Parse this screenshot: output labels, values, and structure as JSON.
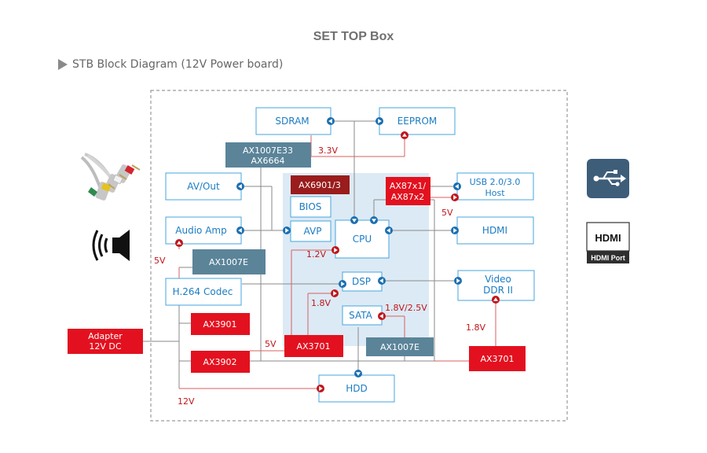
{
  "title": "SET TOP Box",
  "subtitle": "STB Block Diagram (12V Power board)",
  "colors": {
    "outline_blue": "#45a6df",
    "text_blue": "#1b7cc4",
    "red": "#e3111f",
    "dark_red": "#9a1c1c",
    "steel": "#5b8499",
    "wire_red": "#d96060",
    "wire_gray": "#8a8a8a",
    "soc_bg": "#dceaf5"
  },
  "blocks": {
    "sdram": "SDRAM",
    "eeprom": "EEPROM",
    "ax1007e33_l1": "AX1007E33",
    "ax1007e33_l2": "AX6664",
    "av_out": "AV/Out",
    "ax6901": "AX6901/3",
    "ax87_l1": "AX87x1/",
    "ax87_l2": "AX87x2",
    "usb_l1": "USB  2.0/3.0",
    "usb_l2": "Host",
    "bios": "BIOS",
    "audio_amp": "Audio Amp",
    "avp": "AVP",
    "cpu": "CPU",
    "hdmi": "HDMI",
    "ax1007e_top": "AX1007E",
    "h264": "H.264 Codec",
    "dsp": "DSP",
    "video_l1": "Video",
    "video_l2": "DDR II",
    "sata": "SATA",
    "ax3901": "AX3901",
    "ax3701_mid": "AX3701",
    "ax1007e_bot": "AX1007E",
    "adapter_l1": "Adapter",
    "adapter_l2": "12V DC",
    "ax3902": "AX3902",
    "ax3701_right": "AX3701",
    "hdd": "HDD"
  },
  "voltages": {
    "v33": "3.3V",
    "v5_usb": "5V",
    "v5_amp": "5V",
    "v12_cpu": "1.2V",
    "v18_dsp": "1.8V",
    "v18_25": "1.8V/2.5V",
    "v5_ax3701": "5V",
    "v18_video": "1.8V",
    "v12_hdd": "12V"
  },
  "icons": {
    "cable": "rca-cable-icon",
    "speaker": "speaker-icon",
    "usb": "usb-icon",
    "hdmi": "hdmi-logo-icon"
  },
  "hdmi_logo_text": "HDMI",
  "hdmi_port_label": "HDMI Port"
}
